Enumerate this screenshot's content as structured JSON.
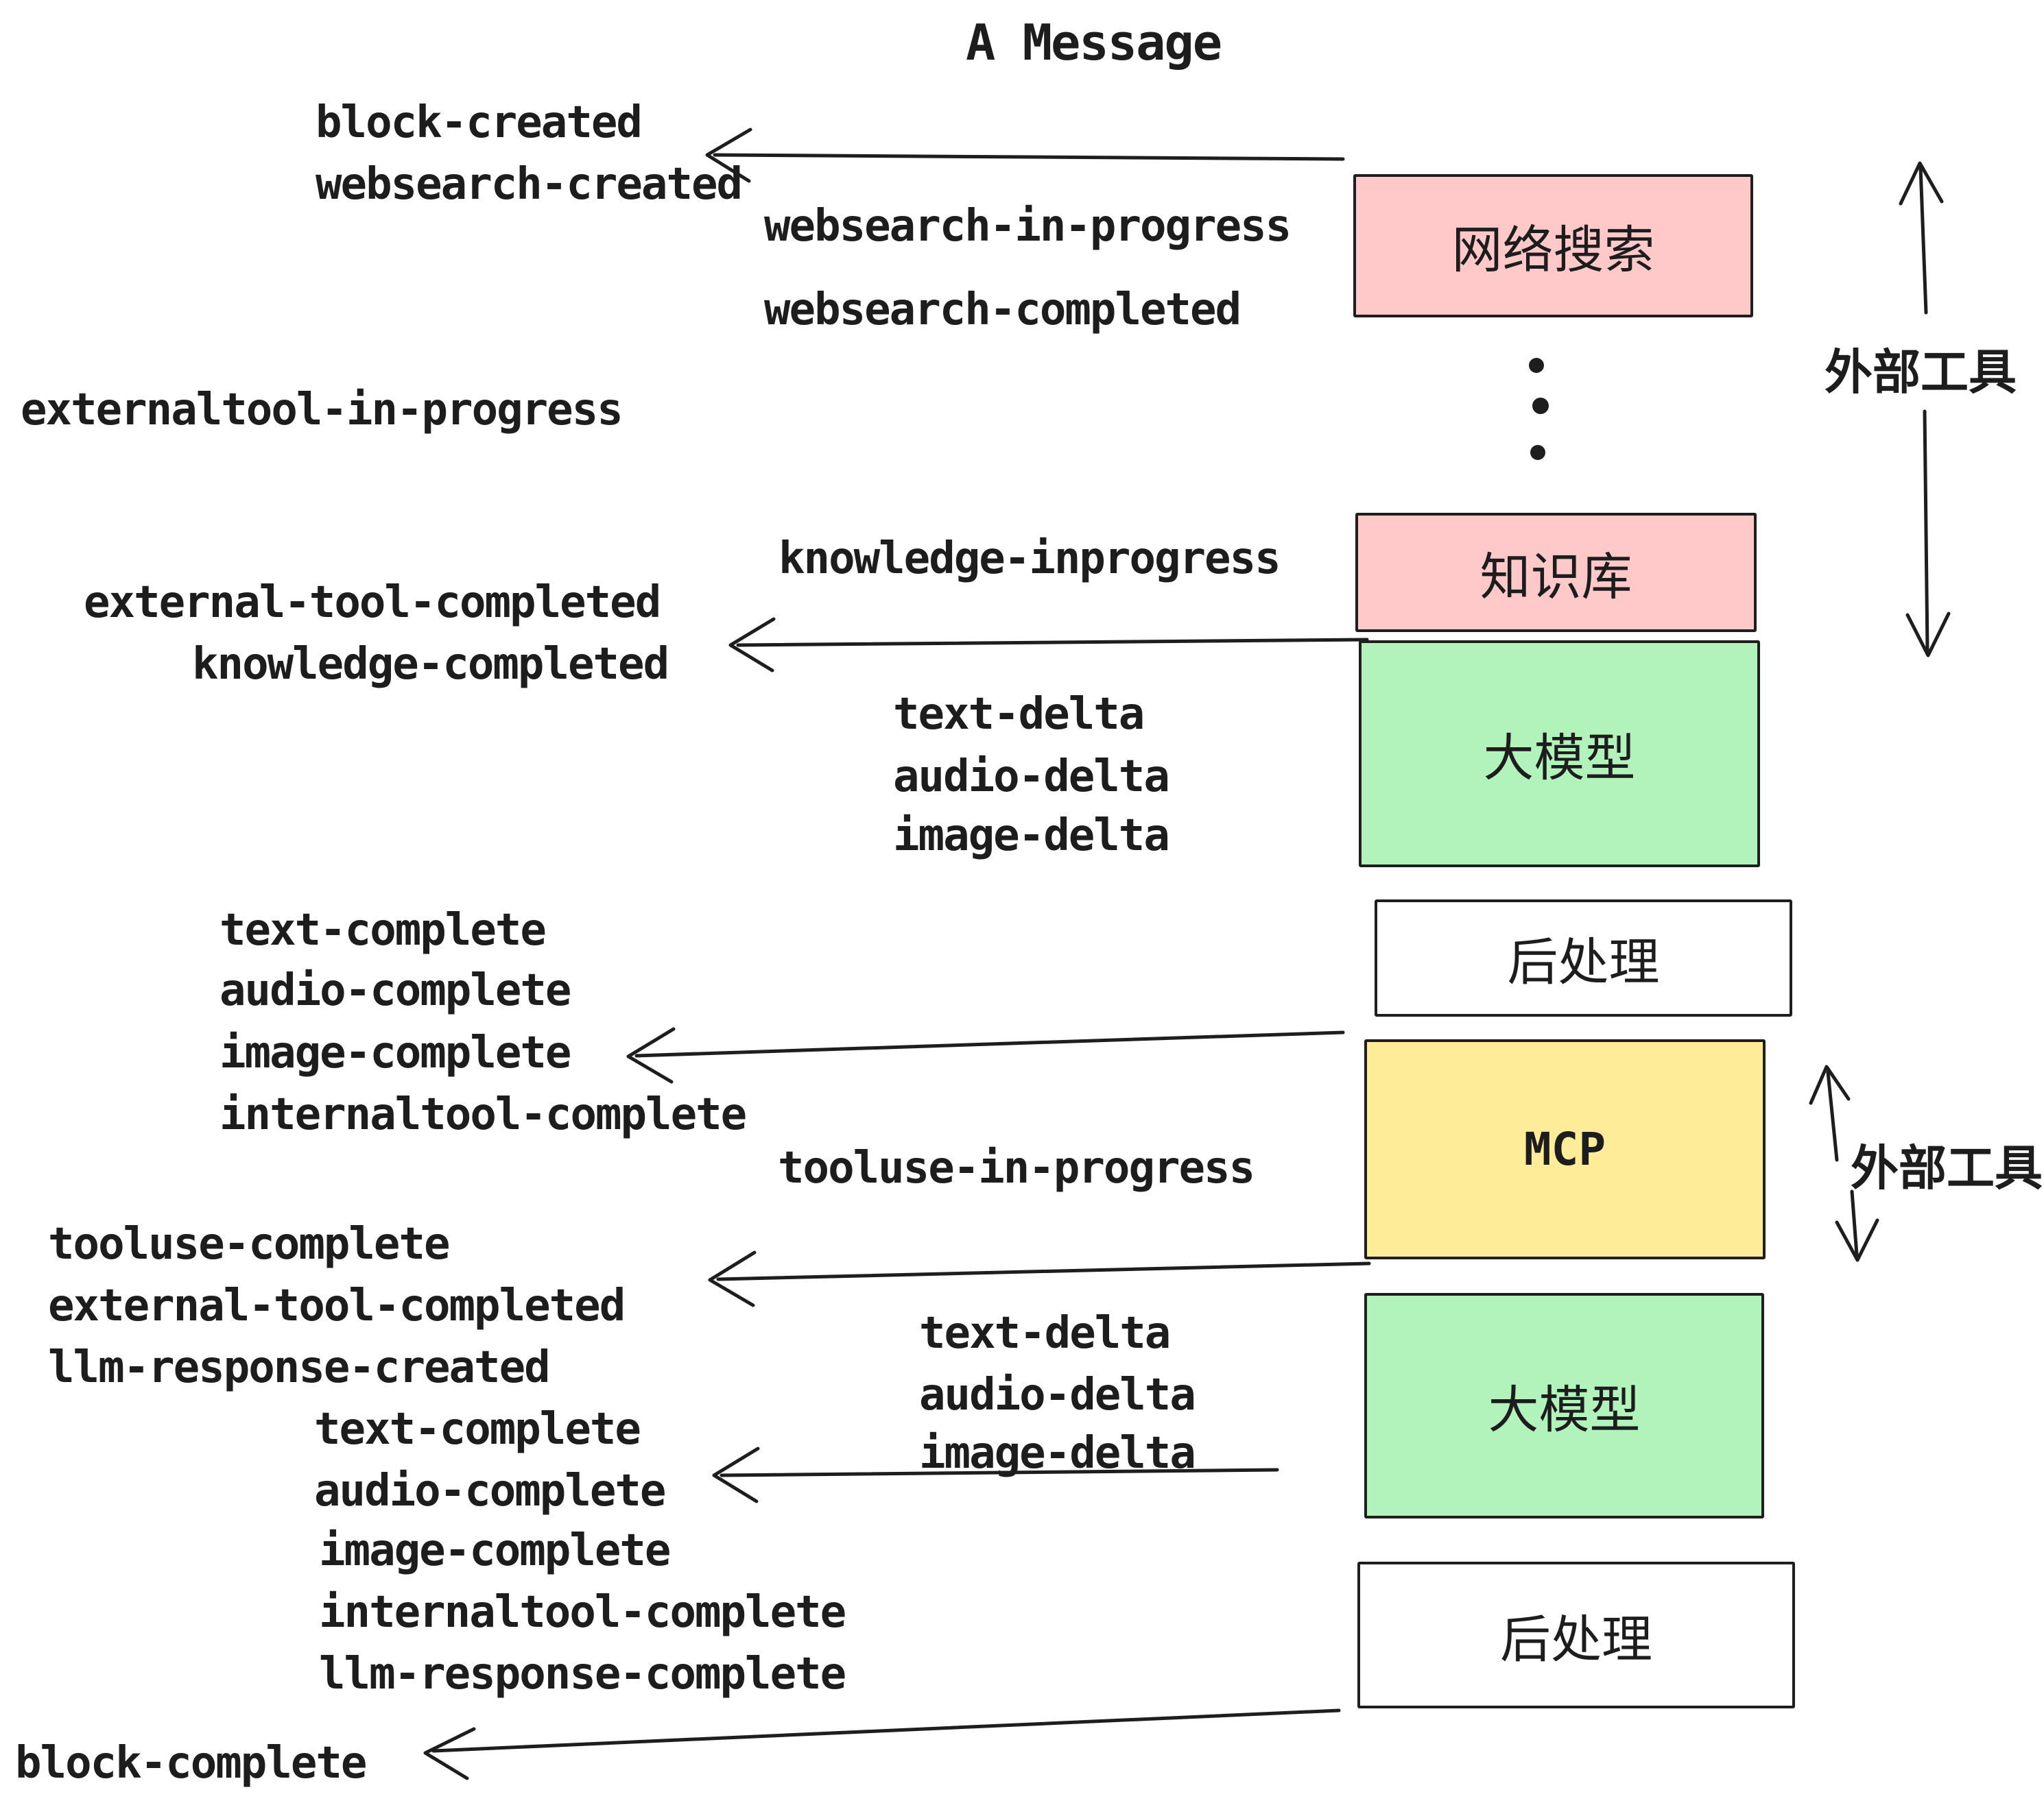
{
  "title": "A Message",
  "colors": {
    "box_pink": "#ffc9c9",
    "box_green": "#b2f2bb",
    "box_yellow": "#ffec99",
    "box_white": "#ffffff",
    "stroke": "#1e1e1e",
    "text": "#1d1d1d"
  },
  "boxes": [
    {
      "id": "websearch",
      "label": "网络搜索",
      "fill": "pink"
    },
    {
      "id": "knowledge",
      "label": "知识库",
      "fill": "pink"
    },
    {
      "id": "llm-1",
      "label": "大模型",
      "fill": "green"
    },
    {
      "id": "postprocess-1",
      "label": "后处理",
      "fill": "white"
    },
    {
      "id": "mcp",
      "label": "MCP",
      "fill": "yellow"
    },
    {
      "id": "llm-2",
      "label": "大模型",
      "fill": "green"
    },
    {
      "id": "postprocess-2",
      "label": "后处理",
      "fill": "white"
    }
  ],
  "side_labels": [
    {
      "label": "外部工具"
    },
    {
      "label": "外部工具"
    }
  ],
  "events": [
    {
      "label": "block-created"
    },
    {
      "label": "websearch-created"
    },
    {
      "label": "websearch-in-progress"
    },
    {
      "label": "websearch-completed"
    },
    {
      "label": "externaltool-in-progress"
    },
    {
      "label": "knowledge-inprogress"
    },
    {
      "label": "external-tool-completed"
    },
    {
      "label": "knowledge-completed"
    },
    {
      "label": "text-delta"
    },
    {
      "label": "audio-delta"
    },
    {
      "label": "image-delta"
    },
    {
      "label": "text-complete"
    },
    {
      "label": "audio-complete"
    },
    {
      "label": "image-complete"
    },
    {
      "label": "internaltool-complete"
    },
    {
      "label": "tooluse-in-progress"
    },
    {
      "label": "tooluse-complete"
    },
    {
      "label": "external-tool-completed"
    },
    {
      "label": "llm-response-created"
    },
    {
      "label": "text-complete"
    },
    {
      "label": "audio-complete"
    },
    {
      "label": "text-delta"
    },
    {
      "label": "audio-delta"
    },
    {
      "label": "image-delta"
    },
    {
      "label": "image-complete"
    },
    {
      "label": "internaltool-complete"
    },
    {
      "label": "llm-response-complete"
    },
    {
      "label": "block-complete"
    }
  ]
}
